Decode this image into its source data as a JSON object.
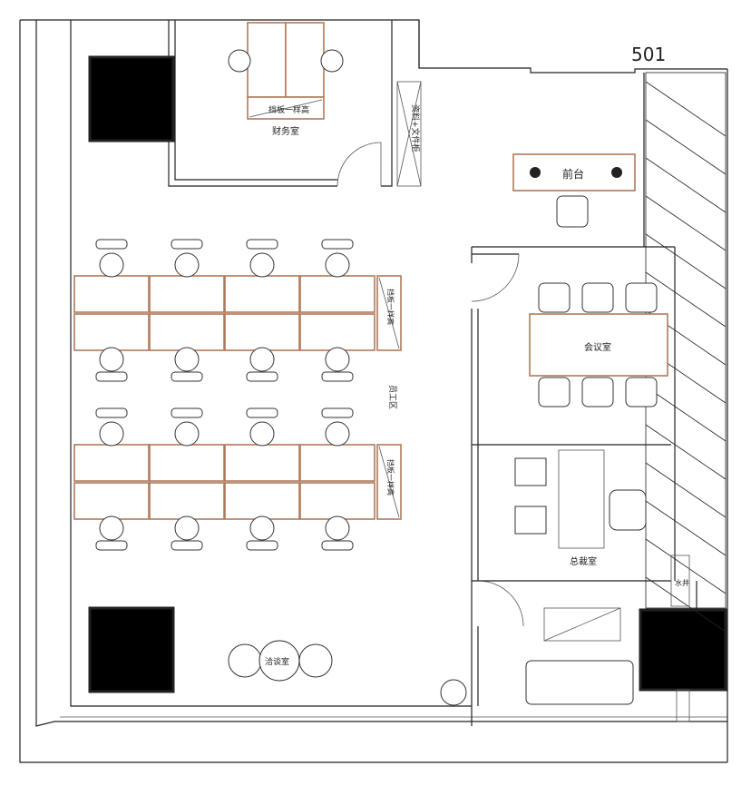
{
  "unit_number": "501",
  "rooms": {
    "finance": "财务室",
    "reception": "前台",
    "meeting": "会议室",
    "staff_area": "员工区",
    "ceo_office": "总裁室",
    "negotiation": "洽谈室"
  },
  "labels": {
    "partition_finance": "挡板一样高",
    "partition_staff_top": "挡板一样高",
    "partition_staff_bottom": "挡板一样高",
    "cabinet": "资料+文件柜",
    "shaft": "水井"
  },
  "colors": {
    "desk_outline": "#b07a5a",
    "wall": "#222222",
    "column": "#000000"
  }
}
